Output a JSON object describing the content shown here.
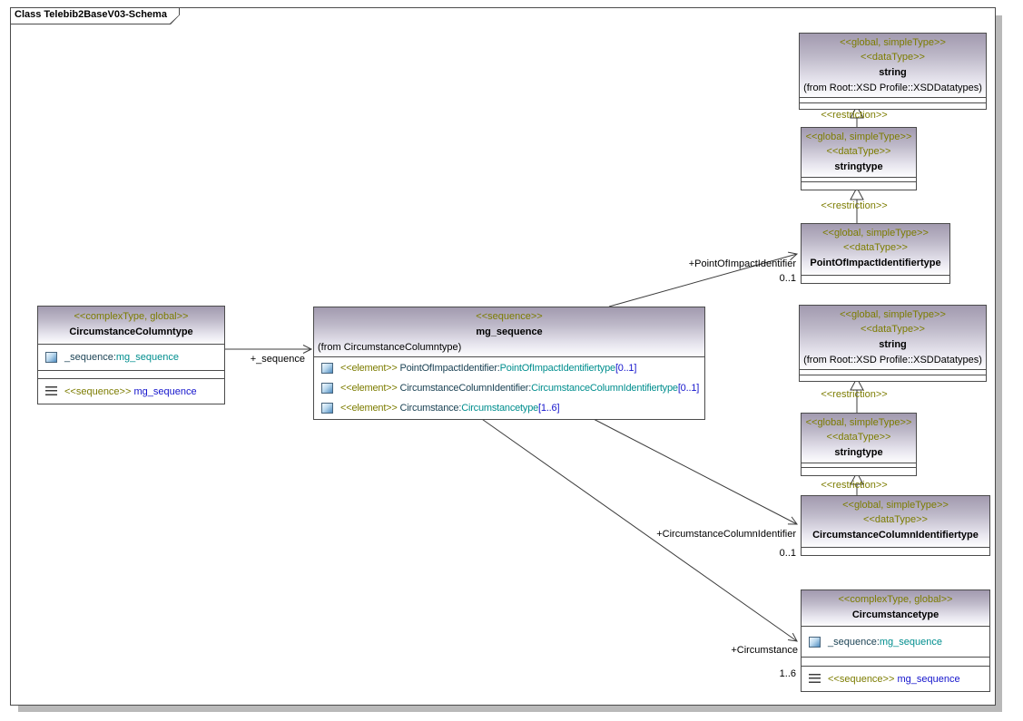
{
  "frame": {
    "title": "Class Telebib2BaseV03-Schema"
  },
  "colors": {
    "stereotype_text": "#7c7c00",
    "type_reference": "#008e8e",
    "member_name": "#1c4355",
    "multiplicity_blue": "#1414cc",
    "header_gradient_top": "#a29aaf",
    "connector_line": "#3c3c3c",
    "frame_shadow": "#b9b9b9"
  },
  "classes": {
    "string1": {
      "stereotype1": "<<global, simpleType>>",
      "stereotype2": "<<dataType>>",
      "name": "string",
      "from": "(from Root::XSD Profile::XSDDatatypes)"
    },
    "stringtype1": {
      "stereotype1": "<<global, simpleType>>",
      "stereotype2": "<<dataType>>",
      "name": "stringtype"
    },
    "point_of_impact_identifiertype": {
      "stereotype1": "<<global, simpleType>>",
      "stereotype2": "<<dataType>>",
      "name": "PointOfImpactIdentifiertype"
    },
    "string2": {
      "stereotype1": "<<global, simpleType>>",
      "stereotype2": "<<dataType>>",
      "name": "string",
      "from": "(from Root::XSD Profile::XSDDatatypes)"
    },
    "stringtype2": {
      "stereotype1": "<<global, simpleType>>",
      "stereotype2": "<<dataType>>",
      "name": "stringtype"
    },
    "circumstance_column_identifiertype": {
      "stereotype1": "<<global, simpleType>>",
      "stereotype2": "<<dataType>>",
      "name": "CircumstanceColumnIdentifiertype"
    },
    "circumstancetype": {
      "stereotype": "<<complexType, global>>",
      "name": "Circumstancetype",
      "attribute_name": "_sequence:",
      "attribute_type": "mg_sequence",
      "operation_stereotype": "<<sequence>>",
      "operation_name": "mg_sequence"
    },
    "circumstance_columntype": {
      "stereotype": "<<complexType, global>>",
      "name": "CircumstanceColumntype",
      "attribute_name": "_sequence:",
      "attribute_type": "mg_sequence",
      "operation_stereotype": "<<sequence>>",
      "operation_name": "mg_sequence"
    },
    "mg_sequence": {
      "stereotype": "<<sequence>>",
      "name": "mg_sequence",
      "from": "(from CircumstanceColumntype)",
      "elements": [
        {
          "stereotype": "<<element>>",
          "name": "PointOfImpactIdentifier:",
          "type": "PointOfImpactIdentifiertype",
          "multiplicity": "[0..1]"
        },
        {
          "stereotype": "<<element>>",
          "name": "CircumstanceColumnIdentifier:",
          "type": "CircumstanceColumnIdentifiertype",
          "multiplicity": "[0..1]"
        },
        {
          "stereotype": "<<element>>",
          "name": "Circumstance:",
          "type": "Circumstancetype",
          "multiplicity": "[1..6]"
        }
      ]
    }
  },
  "connectors": {
    "restriction": "<<restriction>>",
    "sequence_role": "+_sequence",
    "point_of_impact_role": "+PointOfImpactIdentifier",
    "point_of_impact_mult": "0..1",
    "circ_col_ident_role": "+CircumstanceColumnIdentifier",
    "circ_col_ident_mult": "0..1",
    "circumstance_role": "+Circumstance",
    "circumstance_mult": "1..6"
  }
}
